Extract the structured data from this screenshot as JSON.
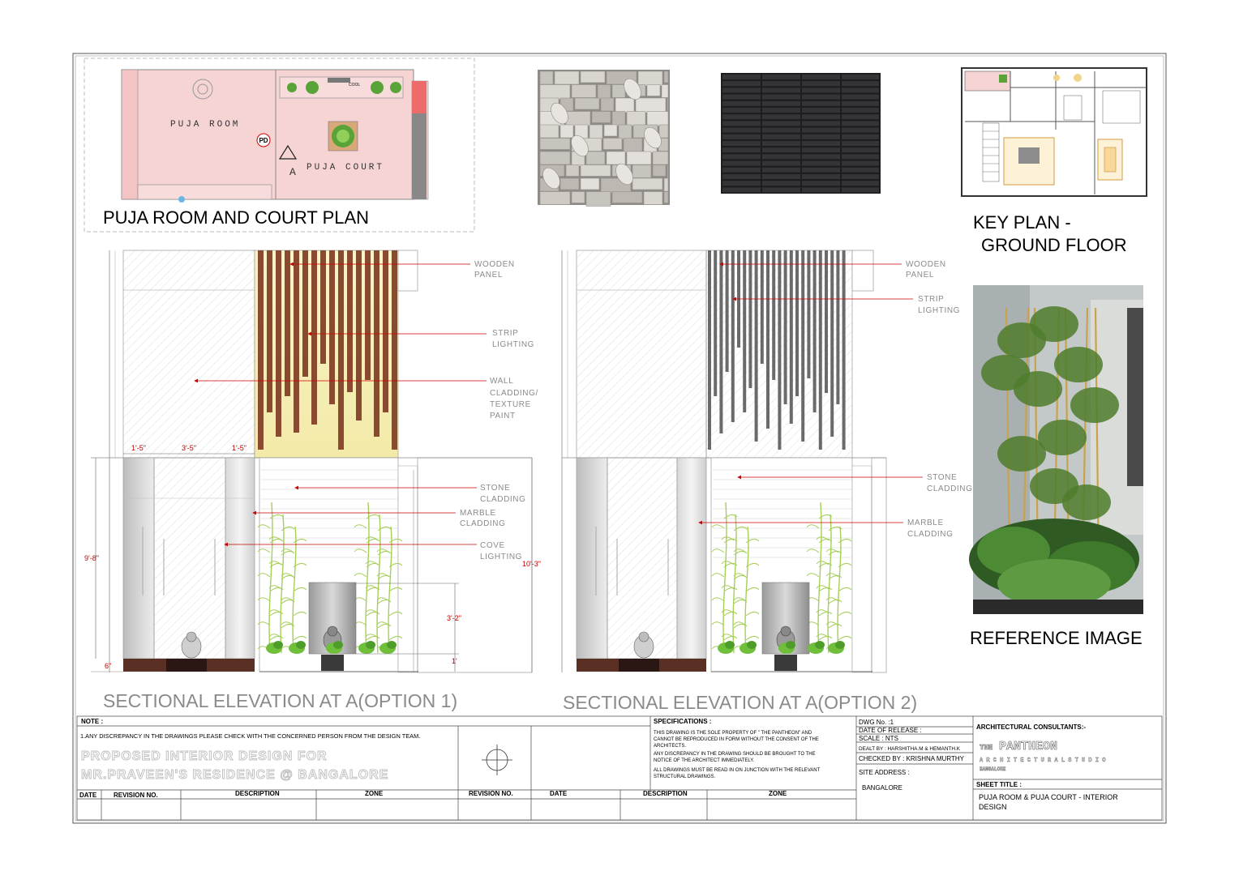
{
  "plan": {
    "title": "PUJA ROOM AND COURT PLAN",
    "room_label": "PUJA ROOM",
    "court_label": "PUJA COURT",
    "section_marker": "A",
    "pd_tag": "PD"
  },
  "key_plan": {
    "title_line1": "KEY PLAN -",
    "title_line2": "GROUND FLOOR"
  },
  "reference": {
    "title": "REFERENCE IMAGE"
  },
  "elevation1": {
    "title": "SECTIONAL ELEVATION AT A(OPTION 1)",
    "annotations": {
      "wooden_panel_1": "WOODEN",
      "wooden_panel_2": "PANEL",
      "strip_1": "STRIP",
      "strip_2": "LIGHTING",
      "wall_1": "WALL",
      "wall_2": "CLADDING/",
      "wall_3": "TEXTURE",
      "wall_4": "PAINT",
      "stone_1": "STONE",
      "stone_2": "CLADDING",
      "marble_1": "MARBLE",
      "marble_2": "CLADDING",
      "cove_1": "COVE",
      "cove_2": "LIGHTING"
    },
    "dims": {
      "d1": "1'-5\"",
      "d2": "3'-5\"",
      "d3": "1'-5\"",
      "h1": "9'-8\"",
      "h2": "10'-3\"",
      "h3": "3'-2\"",
      "h4": "1'",
      "h5": "6\""
    }
  },
  "elevation2": {
    "title": "SECTIONAL ELEVATION AT A(OPTION 2)",
    "annotations": {
      "wooden_panel_1": "WOODEN",
      "wooden_panel_2": "PANEL",
      "strip_1": "STRIP",
      "strip_2": "LIGHTING",
      "stone_1": "STONE",
      "stone_2": "CLADDING",
      "marble_1": "MARBLE",
      "marble_2": "CLADDING"
    }
  },
  "title_block": {
    "note_label": "NOTE :",
    "note_text": "1.ANY DISCREPANCY IN THE DRAWINGS PLEASE CHECK WITH THE CONCERNED PERSON FROM THE DESIGN TEAM.",
    "project_line1": "PROPOSED INTERIOR DESIGN  FOR",
    "project_line2": "MR.PRAVEEN'S RESIDENCE @ BANGALORE",
    "rev_headers_left": [
      "DATE",
      "REVISION NO.",
      "DESCRIPTION",
      "ZONE"
    ],
    "rev_headers_right": [
      "REVISION NO.",
      "DATE",
      "DESCRIPTION",
      "ZONE"
    ],
    "spec_label": "SPECIFICATIONS :",
    "spec_1a": "THIS DRAWING IS THE SOLE PROPERTY OF \" THE PANTHEON\" AND",
    "spec_1b": "CANNOT BE REPRODUCED IN FORM WITHOUT THE CONSENT OF THE",
    "spec_1c": "ARCHITECTS.",
    "spec_2a": "ANY DISCREPANCY IN THE DRAWING SHOULD BE BROUGHT TO THE",
    "spec_2b": "NOTICE OF THE  ARCHITECT IMMEDIATELY.",
    "spec_3a": "ALL DRAWINGS MUST BE READ IN ON JUNCTION WITH THE RELEVANT",
    "spec_3b": "STRUCTURAL DRAWINGS.",
    "dwg_no": "DWG No. :1",
    "date_release": "DATE OF RELEASE :",
    "scale": "SCALE : NTS",
    "dealt_by": "DEALT BY : HARSHITHA.M & HEMANTH.K",
    "checked_by": "CHECKED BY : KRISHNA MURTHY",
    "site_address_label": "SITE ADDRESS :",
    "site_address": "BANGALORE",
    "consultants_label": "ARCHITECTURAL CONSULTANTS:-",
    "logo_the": "THE",
    "logo_name": "PANTHEON",
    "logo_sub": "A R C H I T E C T U R A L   S T U D I O",
    "logo_city": "BANGALORE",
    "sheet_title_label": "SHEET TITLE :",
    "sheet_title_1": "PUJA ROOM & PUJA COURT - INTERIOR",
    "sheet_title_2": "DESIGN"
  },
  "colors": {
    "plan_fill": "#f6d4d4",
    "wood": "#8a4a30",
    "glow": "#f7f3c0",
    "red": "#cc0000",
    "bamboo": "#a6cf5a",
    "greenery": "#6fbf3a",
    "slate": "#2e2e30",
    "tile": "#c9c5bf"
  }
}
